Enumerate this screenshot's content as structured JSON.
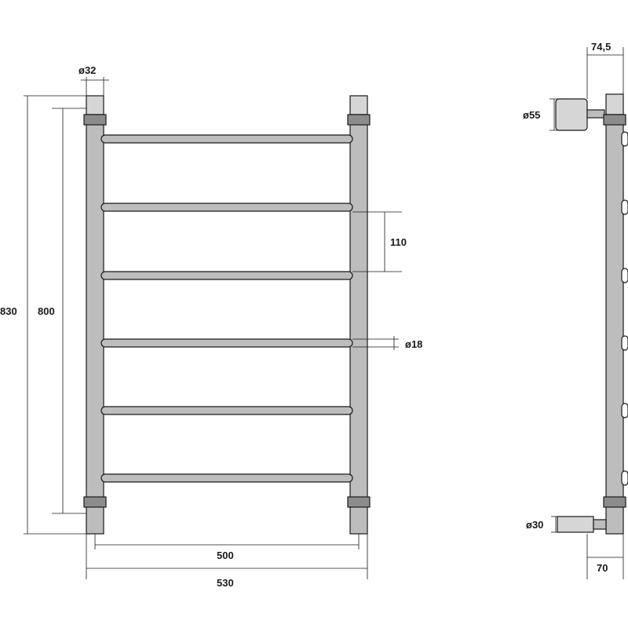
{
  "front_view": {
    "dimensions": {
      "pipe_diameter": "ø32",
      "total_height": "830",
      "center_height": "800",
      "rung_spacing": "110",
      "rung_diameter": "ø18",
      "center_width": "500",
      "total_width": "530"
    }
  },
  "side_view": {
    "dimensions": {
      "wall_offset": "74,5",
      "top_flange_diameter": "ø55",
      "bottom_connector_diameter": "ø30",
      "bottom_offset": "70"
    }
  },
  "colors": {
    "line": "#1a1a1a",
    "tube_fill": "#bdbdbd",
    "collar_fill": "#8c8c8c",
    "flange_fill": "#d6d6d6"
  }
}
